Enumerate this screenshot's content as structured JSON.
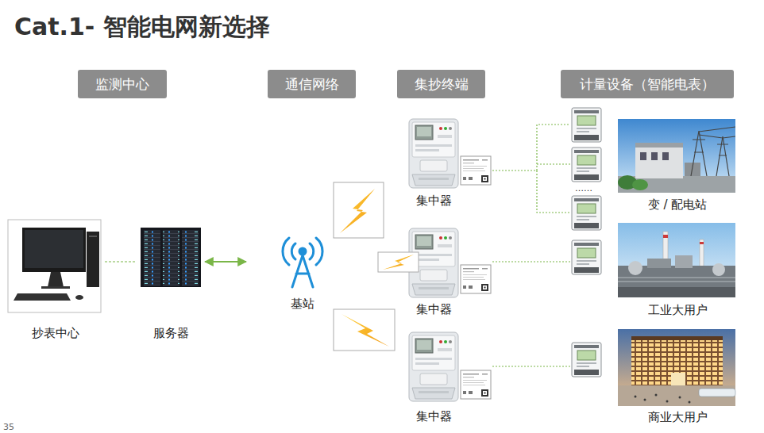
{
  "diagram": {
    "title": "Cat.1- 智能电网新选择",
    "nodes": [
      {
        "text": [
          "监测中心"
        ]
      },
      {
        "text": [
          "通信网络"
        ]
      },
      {
        "text": [
          "集抄终端"
        ]
      },
      {
        "text": [
          "计量设备（智能电表）"
        ]
      },
      {
        "text": [
          "抄表中心"
        ]
      },
      {
        "text": [
          "服务器"
        ]
      },
      {
        "text": [
          "基站"
        ]
      },
      {
        "text": [
          "集中器"
        ]
      },
      {
        "text": [
          "集中器"
        ]
      },
      {
        "text": [
          "集中器"
        ]
      },
      {
        "text": [
          "变 / 配电站"
        ]
      },
      {
        "text": [
          "工业大用户"
        ]
      },
      {
        "text": [
          "商业大用户"
        ]
      }
    ],
    "edges": [
      {
        "from": 4,
        "to": 5,
        "arrow": "none"
      },
      {
        "from": 5,
        "to": 6,
        "arrow": "both"
      },
      {
        "from": 7,
        "to": 10,
        "arrow": "none"
      },
      {
        "from": 8,
        "to": 11,
        "arrow": "none"
      },
      {
        "from": 9,
        "to": 12,
        "arrow": "none"
      }
    ],
    "labels": [
      "……",
      "35"
    ]
  }
}
